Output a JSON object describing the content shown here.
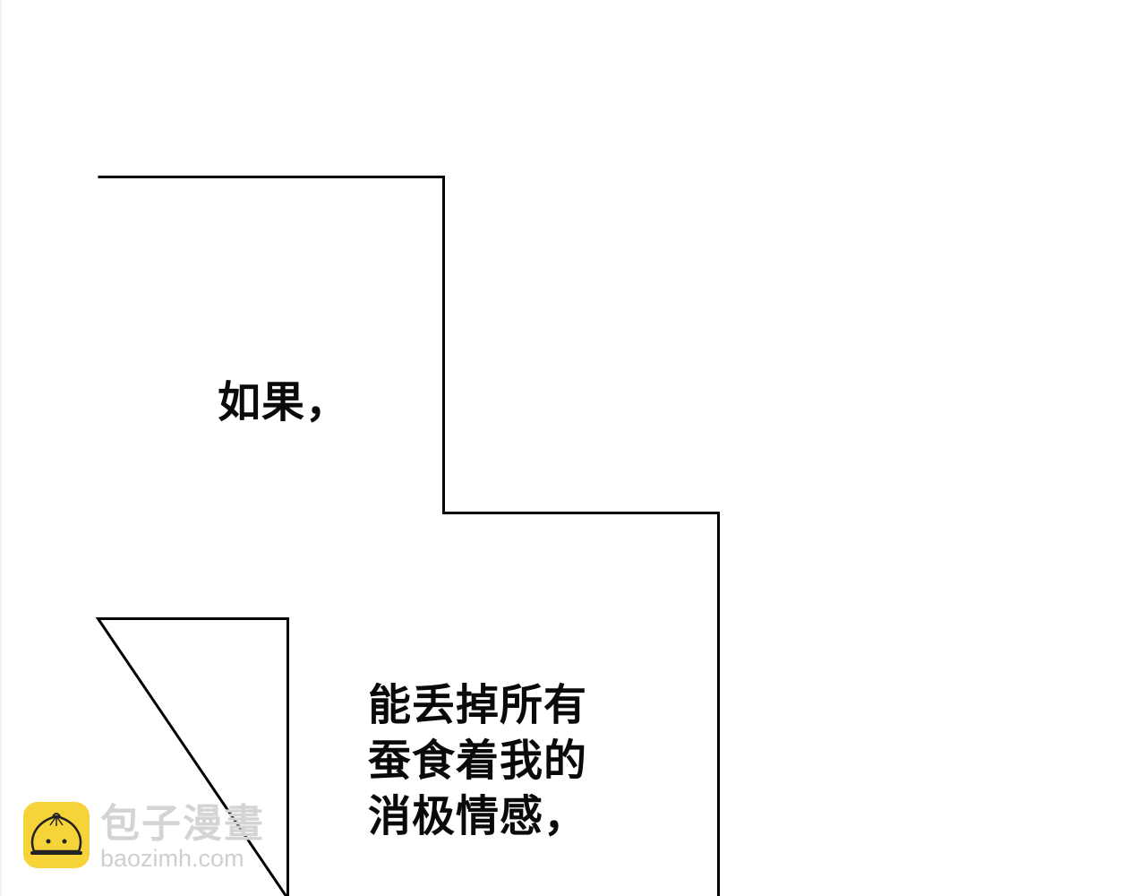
{
  "panel": {
    "caption_1": "如果，",
    "caption_2": "能丢掉所有\n蚕食着我的\n消极情感，",
    "border_color": "#000000",
    "background": "#ffffff"
  },
  "watermark": {
    "logo_icon": "bun-mascot-icon",
    "title": "包子漫畫",
    "url": "baozimh.com",
    "logo_color": "#f7d33a"
  }
}
